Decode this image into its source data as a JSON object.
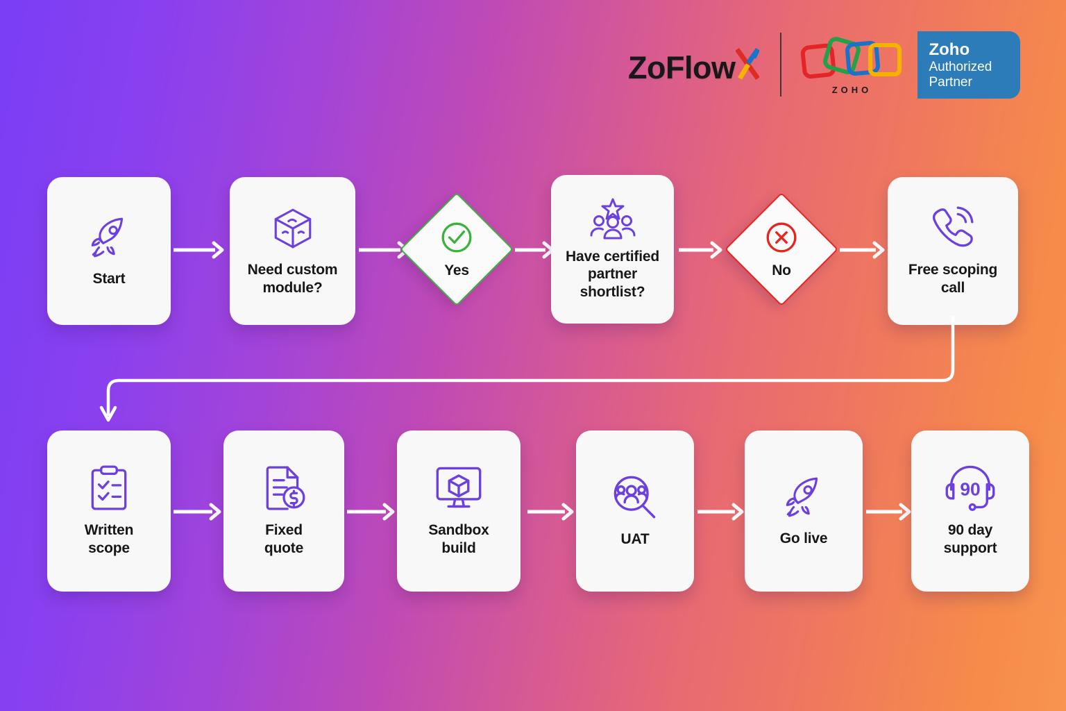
{
  "brand": {
    "wordmark_dark": "ZoFlow",
    "wordmark_accent": "X",
    "zoho_word": "ZOHO",
    "partner_line1": "Zoho",
    "partner_line2": "Authorized",
    "partner_line3": "Partner",
    "colors": {
      "badge_blue": "#2b7cb9",
      "zoho_red": "#e42527",
      "zoho_green": "#22a04a",
      "zoho_blue": "#1a73c8",
      "zoho_yellow": "#f5b301",
      "wordmark_dark": "#18181a"
    }
  },
  "theme": {
    "background_start": "#7a3ef5",
    "background_end": "#f68b4a",
    "node_fill": "#f8f8f8",
    "icon_purple": "#6b3fe0",
    "yes_green": "#3bb23b",
    "no_red": "#e8241f",
    "arrow_white": "#ffffff",
    "label_color": "#17171a"
  },
  "flow": {
    "row1": [
      {
        "id": "start",
        "label": "Start",
        "icon": "rocket-icon",
        "shape": "box"
      },
      {
        "id": "need-custom",
        "label": "Need custom\nmodule?",
        "icon": "cube-icon",
        "shape": "box"
      },
      {
        "id": "yes",
        "label": "Yes",
        "icon": "check-circle-icon",
        "shape": "diamond"
      },
      {
        "id": "have-shortlist",
        "label": "Have certified\npartner\nshortlist?",
        "icon": "team-star-icon",
        "shape": "box"
      },
      {
        "id": "no",
        "label": "No",
        "icon": "x-circle-icon",
        "shape": "diamond"
      },
      {
        "id": "scoping-call",
        "label": "Free scoping\ncall",
        "icon": "phone-call-icon",
        "shape": "box"
      }
    ],
    "row2": [
      {
        "id": "written-scope",
        "label": "Written\nscope",
        "icon": "clipboard-check-icon",
        "shape": "box"
      },
      {
        "id": "fixed-quote",
        "label": "Fixed\nquote",
        "icon": "document-dollar-icon",
        "shape": "box"
      },
      {
        "id": "sandbox-build",
        "label": "Sandbox\nbuild",
        "icon": "monitor-cube-icon",
        "shape": "box"
      },
      {
        "id": "uat",
        "label": "UAT",
        "icon": "users-search-icon",
        "shape": "box"
      },
      {
        "id": "go-live",
        "label": "Go live",
        "icon": "rocket-icon",
        "shape": "box"
      },
      {
        "id": "support",
        "label": "90 day\nsupport",
        "icon": "headset-90-icon",
        "shape": "box"
      }
    ],
    "support_badge_number": "90"
  }
}
